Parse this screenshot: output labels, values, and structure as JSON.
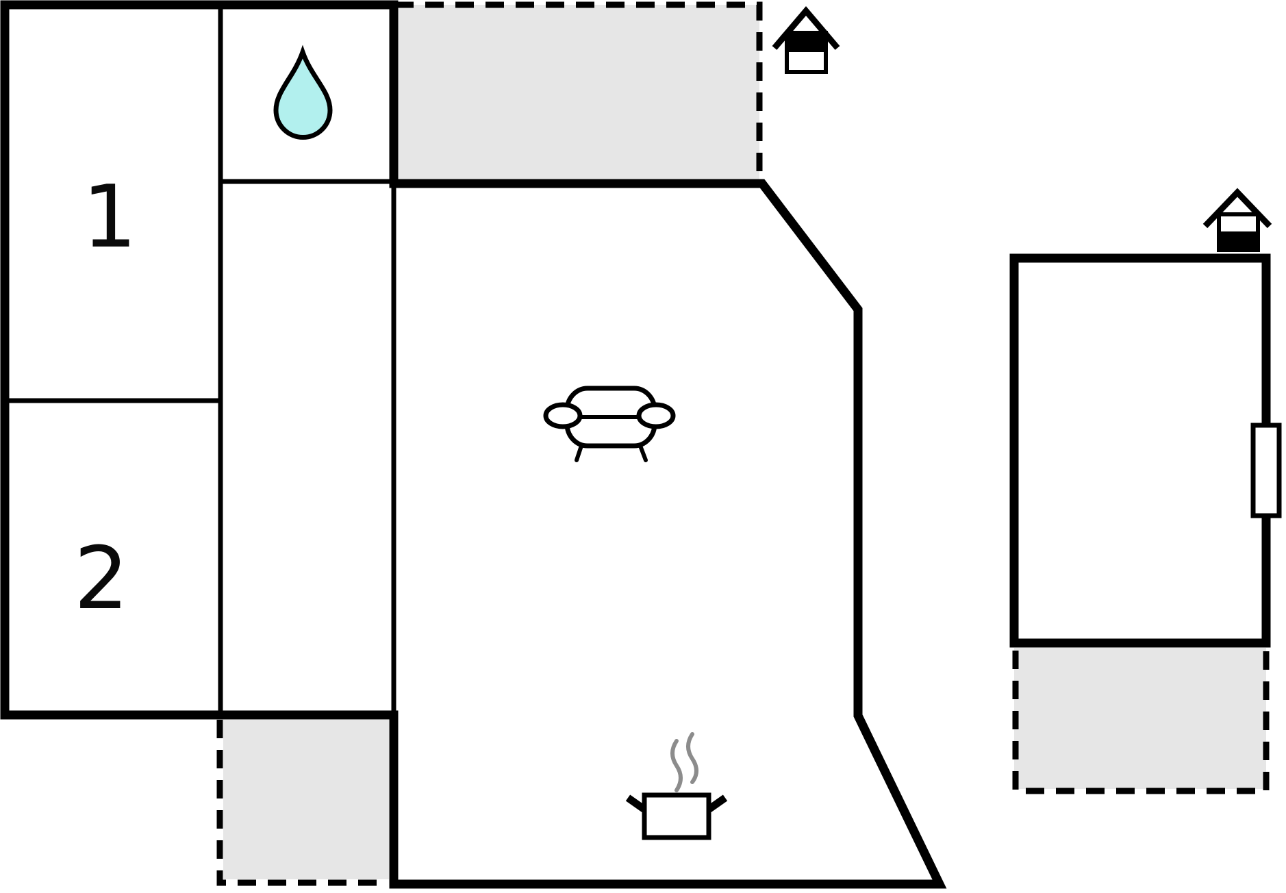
{
  "plan": {
    "rooms": [
      {
        "label": "1"
      },
      {
        "label": "2"
      }
    ],
    "icons": [
      "water-drop-icon",
      "sofa-icon",
      "cooking-pot-icon",
      "entrance-icon-main",
      "entrance-icon-annex"
    ],
    "colors": {
      "wall": "#000000",
      "terrace_fill": "#e6e6e6",
      "water_drop_fill": "#b2f0ee",
      "steam": "#8c8c8c",
      "background": "#ffffff"
    }
  }
}
